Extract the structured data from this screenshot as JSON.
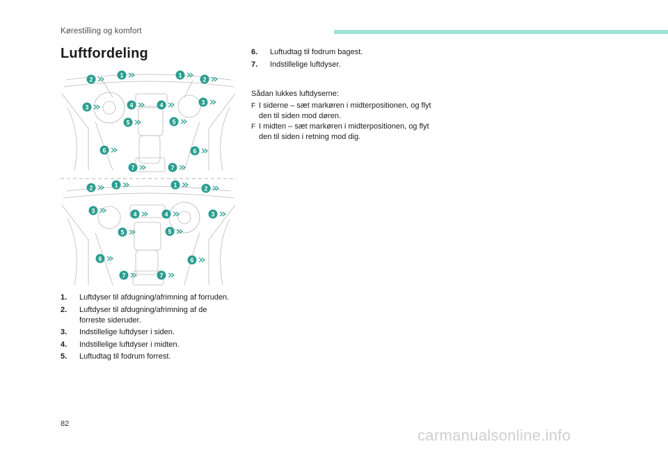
{
  "header": {
    "running_title": "Kørestilling og komfort",
    "accent_color": "#9fe3d8"
  },
  "section": {
    "title": "Luftfordeling"
  },
  "figure": {
    "marker_color": "#2a9d8f",
    "top_markers": [
      {
        "n": "1"
      },
      {
        "n": "1"
      },
      {
        "n": "2"
      },
      {
        "n": "2"
      },
      {
        "n": "3"
      },
      {
        "n": "3"
      },
      {
        "n": "4"
      },
      {
        "n": "4"
      },
      {
        "n": "5"
      },
      {
        "n": "5"
      },
      {
        "n": "6"
      },
      {
        "n": "6"
      },
      {
        "n": "7"
      },
      {
        "n": "7"
      }
    ],
    "bottom_markers": [
      {
        "n": "1"
      },
      {
        "n": "1"
      },
      {
        "n": "2"
      },
      {
        "n": "2"
      },
      {
        "n": "3"
      },
      {
        "n": "3"
      },
      {
        "n": "4"
      },
      {
        "n": "4"
      },
      {
        "n": "5"
      },
      {
        "n": "5"
      },
      {
        "n": "6"
      },
      {
        "n": "6"
      },
      {
        "n": "7"
      },
      {
        "n": "7"
      }
    ]
  },
  "legend": [
    {
      "num": "1.",
      "text": "Luftdyser til afdugning/afrimning af forruden."
    },
    {
      "num": "2.",
      "text": "Luftdyser til afdugning/afrimning af de forreste sideruder."
    },
    {
      "num": "3.",
      "text": "Indstillelige luftdyser i siden."
    },
    {
      "num": "4.",
      "text": "Indstillelige luftdyser i midten."
    },
    {
      "num": "5.",
      "text": "Luftudtag til fodrum forrest."
    },
    {
      "num": "6.",
      "text": "Luftudtag til fodrum bagest."
    },
    {
      "num": "7.",
      "text": "Indstillelige luftdyser."
    }
  ],
  "instructions": {
    "intro": "Sådan lukkes luftdyserne:",
    "bullet_glyph": "F",
    "steps": [
      "I siderne – sæt markøren i midterpositionen, og flyt den til siden mod døren.",
      "I midten – sæt markøren i midterpositionen, og flyt den til siden i retning mod dig."
    ]
  },
  "page": {
    "number": "82",
    "watermark": "carmanualsonline.info"
  }
}
